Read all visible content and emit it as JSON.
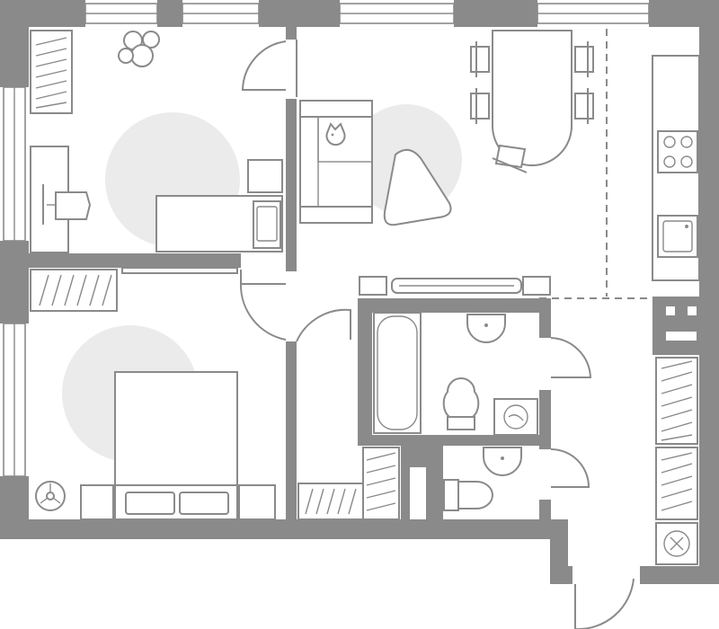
{
  "plan": {
    "type": "apartment-floor-plan",
    "rooms": [
      "bedroom-office",
      "bedroom",
      "living-kitchen",
      "hallway",
      "bathroom",
      "toilet"
    ],
    "colors": {
      "wall": "#8a8a8a",
      "rug": "#ebebeb",
      "background": "#ffffff"
    },
    "icons": [
      "plant-icon",
      "cat-icon",
      "stove-icon",
      "sink-icon",
      "bathtub-icon",
      "toilet-icon",
      "washing-machine-icon",
      "chair-icon",
      "bed-icon",
      "wardrobe-icon",
      "door-icon",
      "window-icon"
    ]
  }
}
